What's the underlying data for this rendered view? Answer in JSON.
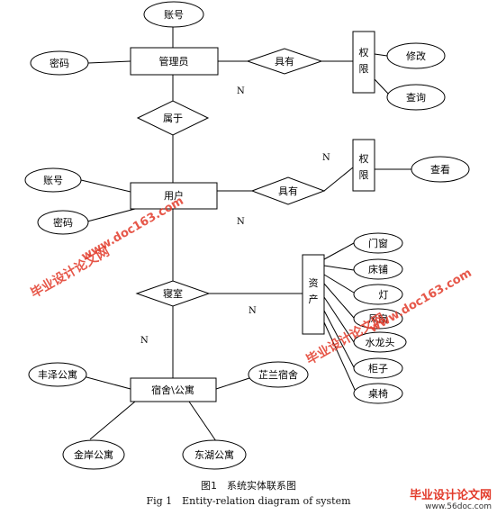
{
  "entities": {
    "admin": "管理员",
    "user": "用户",
    "dorm": "宿舍\\公寓",
    "perm1": "权限",
    "perm2": "权限",
    "asset": "资产"
  },
  "relations": {
    "has1": "具有",
    "belongs": "属于",
    "has2": "具有",
    "dormroom": "寝室"
  },
  "attributes": {
    "admin_account": "账号",
    "admin_password": "密码",
    "modify": "修改",
    "query": "查询",
    "user_account": "账号",
    "user_password": "密码",
    "view": "查看",
    "door_window": "门窗",
    "bed": "床铺",
    "lamp": "灯",
    "fan": "风扇",
    "faucet": "水龙头",
    "cabinet": "柜子",
    "desk_chair": "桌椅",
    "fengze": "丰泽公寓",
    "zhilan": "芷兰宿舍",
    "jinan": "金岸公寓",
    "donghu": "东湖公寓"
  },
  "cardinality": "N",
  "caption": {
    "cn": "图1　系统实体联系图",
    "en": "Fig 1　Entity-relation diagram of system"
  },
  "watermarks": {
    "site": "www.doc163.com",
    "name": "毕业设计论文网"
  },
  "logo": {
    "name": "毕业设计论文网",
    "url": "www.56doc.com"
  }
}
